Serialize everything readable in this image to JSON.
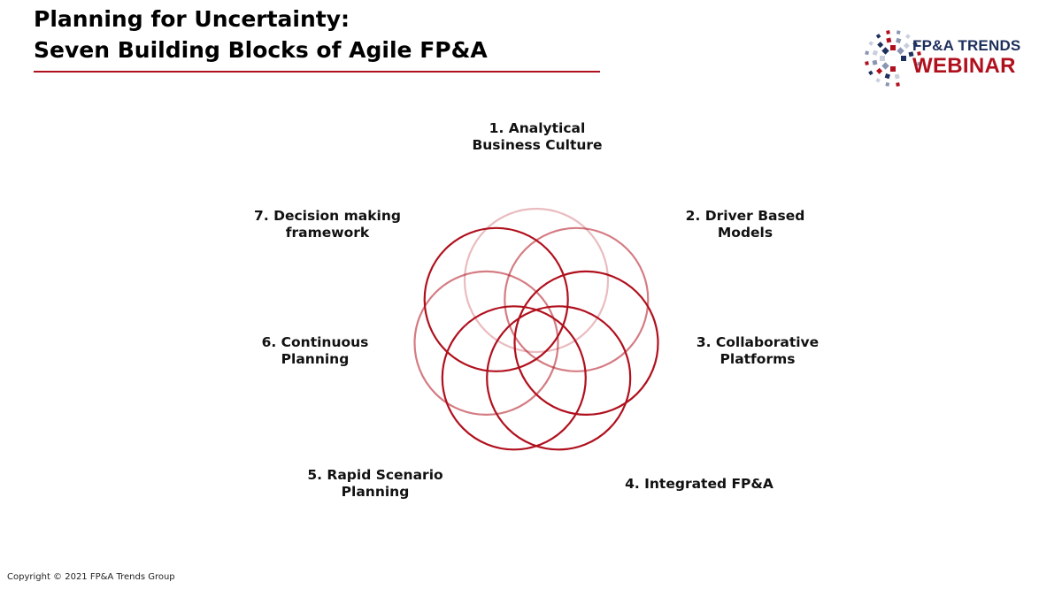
{
  "slide": {
    "title_line1": "Planning for Uncertainty:",
    "title_line2": "Seven Building Blocks of Agile FP&A",
    "copyright": "Copyright © 2021 FP&A Trends Group"
  },
  "logo": {
    "line1": "FP&A TRENDS",
    "line2": "WEBINAR",
    "icon": "mosaic-circle-logo-icon"
  },
  "colors": {
    "accent": "#b0101d",
    "navy": "#1d2f5c",
    "ring": "#b0101d"
  },
  "building_blocks": [
    {
      "label": "1. Analytical\nBusiness Culture"
    },
    {
      "label": "2. Driver Based\nModels"
    },
    {
      "label": "3. Collaborative\nPlatforms"
    },
    {
      "label": "4.  Integrated FP&A"
    },
    {
      "label": "5. Rapid Scenario\nPlanning"
    },
    {
      "label": "6. Continuous\nPlanning"
    },
    {
      "label": "7. Decision making\nframework"
    }
  ]
}
